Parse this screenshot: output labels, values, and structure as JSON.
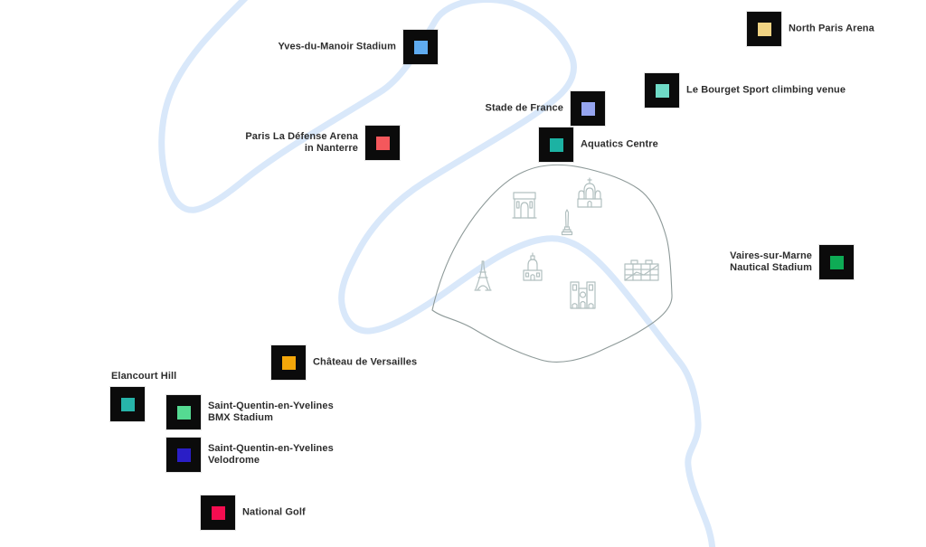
{
  "map": {
    "background": "#ffffff",
    "river_color": "#d9e8fa",
    "city_outline_color": "#8e9a99",
    "landmark_color": "#b2c0c0",
    "marker_background": "#0b0b0b"
  },
  "venues": [
    {
      "id": "yves-du-manoir-stadium",
      "label": "Yves-du-Manoir Stadium",
      "color": "#5FABF0"
    },
    {
      "id": "north-paris-arena",
      "label": "North Paris Arena",
      "color": "#F0D383"
    },
    {
      "id": "le-bourget-sport-climbing-venue",
      "label": "Le Bourget Sport climbing venue",
      "color": "#6FDBC7"
    },
    {
      "id": "stade-de-france",
      "label": "Stade de France",
      "color": "#96A5F0"
    },
    {
      "id": "aquatics-centre",
      "label": "Aquatics Centre",
      "color": "#1CB2A3"
    },
    {
      "id": "paris-la-defense-arena",
      "label": "Paris La Défense Arena\nin Nanterre",
      "color": "#F4585C"
    },
    {
      "id": "vaires-sur-marne-nautical-stadium",
      "label": "Vaires-sur-Marne\nNautical Stadium",
      "color": "#0EAB55"
    },
    {
      "id": "chateau-de-versailles",
      "label": "Château de Versailles",
      "color": "#F4A70A"
    },
    {
      "id": "elancourt-hill",
      "label": "Elancourt Hill",
      "color": "#27B4A9"
    },
    {
      "id": "saint-quentin-bmx-stadium",
      "label": "Saint-Quentin-en-Yvelines\nBMX Stadium",
      "color": "#55DA92"
    },
    {
      "id": "saint-quentin-velodrome",
      "label": "Saint-Quentin-en-Yvelines\nVelodrome",
      "color": "#2A1EC6"
    },
    {
      "id": "national-golf",
      "label": "National Golf",
      "color": "#F50D50"
    }
  ],
  "landmarks": [
    {
      "icon": "arc-de-triomphe-icon"
    },
    {
      "icon": "sacre-coeur-icon"
    },
    {
      "icon": "obelisk-icon"
    },
    {
      "icon": "eiffel-tower-icon"
    },
    {
      "icon": "invalides-dome-icon"
    },
    {
      "icon": "notre-dame-icon"
    },
    {
      "icon": "louvre-blocks-icon"
    }
  ]
}
